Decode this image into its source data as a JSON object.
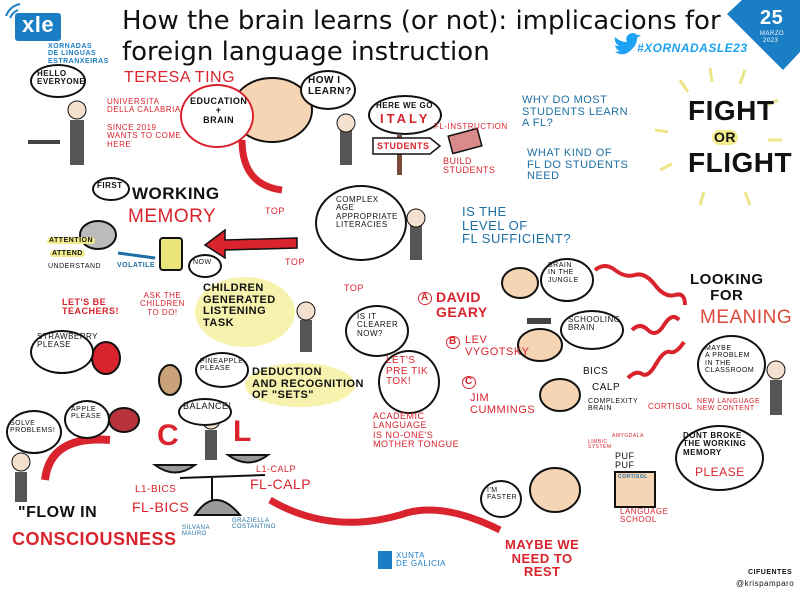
{
  "header": {
    "title": "How the brain learns (or not): implicacions for\nforeign language instruction",
    "logo_text": "xle",
    "logo_subtitle": "XORNADAS\nDE LINGUAS\nESTRANXEIRAS",
    "date_day": "25",
    "date_month": "MARZO",
    "date_year": "2023",
    "hashtag": "#XORNADASLE23"
  },
  "colors": {
    "accent_red": "#d9232d",
    "accent_blue": "#1d6fa3",
    "brand_blue": "#1a7ec4",
    "highlight_yellow": "#f4ec8c"
  },
  "notes": {
    "hello": "Hello\neveryone",
    "speaker": "Teresa Ting",
    "university": "Universita\ndella Calabria",
    "since": "Since 2019\nwants to come\nhere",
    "education_brain": "Education\n+\nBrain",
    "how_learn": "How I\nlearn?",
    "here_we_go": "Here we go",
    "italy": "Italy",
    "students_sign": "Students",
    "fl_instruction": "FL-Instruction",
    "build_students": "Build\nstudents",
    "why_fl": "Why do most\nstudents learn\na FL?",
    "what_fl": "What kind of\nFL do students\nneed",
    "fight": "Fight",
    "or": "or",
    "flight": "Flight",
    "first": "First",
    "working": "Working",
    "memory": "Memory",
    "attention": "Attention",
    "attend": "Attend",
    "understand": "Understand",
    "volatile": "Volatile",
    "now": "Now",
    "complex_literacies": "Complex\nage\nappropriate\nliteracies",
    "top1": "Top",
    "top2": "Top",
    "top3": "Top",
    "level_fl": "Is the\nlevel of\nFL sufficient?",
    "lets_teachers": "Let's be\nteachers!",
    "ask_children": "Ask the\nchildren\nto do!",
    "children_task": "Children\ngenerated\nlistening\ntask",
    "strawberry": "Strawberry\nplease",
    "pineapple": "Pineapple\nplease",
    "deduction": "Deduction\nand recognition\nof \"sets\"",
    "clearer": "Is it\nclearer\nnow?",
    "a": "A",
    "geary": "David\nGeary",
    "b": "B",
    "vygotsky": "Lev\nVygotsky",
    "c": "C",
    "cummings": "Jim\nCummings",
    "tiktok": "Let's\npre tik\ntok!",
    "jungle": "Brain\nin the\njungle",
    "schooling": "Schooling\nbrain",
    "bics": "BICS",
    "calp": "CALP",
    "complexity": "Complexity\nbrain",
    "cortisol": "Cortisol",
    "looking": "Looking\nfor",
    "meaning": "Meaning",
    "maybe_problem": "Maybe\na problem\nin the\nclassroom",
    "new_language": "New language\nnew content",
    "dont_broke": "Dont broke\nthe working\nmemory",
    "please": "Please",
    "academic": "Academic\nlanguage\nis no-one's\nmother tongue",
    "limbic": "Limbic\nsystem",
    "amygdala": "Amygdala",
    "puf": "Puf\n   Puf",
    "cortisol_box": "Cortisol",
    "language_school": "Language\nschool",
    "faster": "I'm\nfaster",
    "rest": "Maybe we\nneed to\nrest",
    "solve": "Solve\nproblems!",
    "apple": "Apple\nplease",
    "balance": "Balance!",
    "c_letter": "C",
    "l_letter": "L",
    "l1_bics": "L1-BICS",
    "fl_bics": "FL-BICS",
    "l1_calp": "L1-CALP",
    "fl_calp": "FL-CALP",
    "silvana": "Silvana\nMauro",
    "graziella": "Graziella\nCostantino",
    "flow": "\"Flow in",
    "consciousness": "Consciousness",
    "xunta": "XUNTA\nDE GALICIA",
    "credit_name": "Cifuentes",
    "credit_handle": "@krispamparo"
  }
}
